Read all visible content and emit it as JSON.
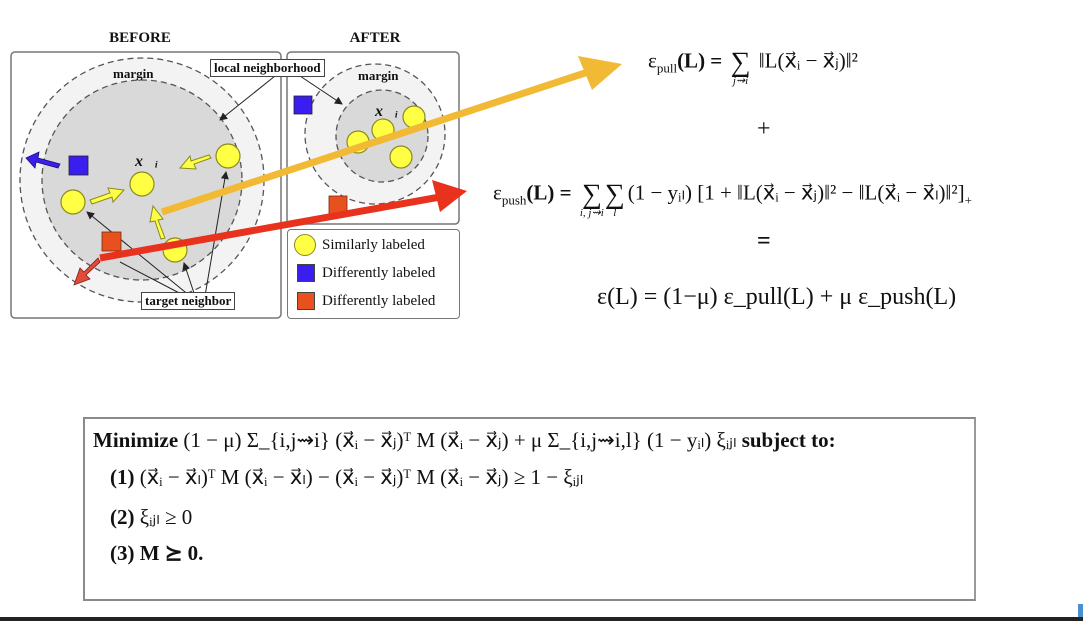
{
  "diagram": {
    "before_title": "BEFORE",
    "after_title": "AFTER",
    "margin_label_before": "margin",
    "margin_label_after": "margin",
    "local_neighborhood_label": "local neighborhood",
    "target_neighbor_label": "target neighbor",
    "xi_label": "x⃗ᵢ",
    "legend": [
      {
        "label": "Similarly labeled",
        "shape": "circle",
        "color": "#ffff44"
      },
      {
        "label": "Differently labeled",
        "shape": "square",
        "color": "#3a1ef0"
      },
      {
        "label": "Differently labeled",
        "shape": "square",
        "color": "#e8501e"
      }
    ],
    "colors": {
      "pull_arrow": "#f2b934",
      "push_arrow": "#e8321e",
      "similar": "#ffff44",
      "impostor_blue": "#3a1ef0",
      "impostor_orange": "#e8501e",
      "inner_circle": "#d9d9d9",
      "outer_circle": "#f3f3f3"
    }
  },
  "equations": {
    "pull": {
      "lhs": "ε",
      "lhs_sub": "pull",
      "lhs_arg": "(L) =",
      "sum_under": "j⇝i",
      "rhs": "‖L(x⃗ᵢ − x⃗ⱼ)‖²"
    },
    "plus": "+",
    "push": {
      "lhs": "ε",
      "lhs_sub": "push",
      "lhs_arg": "(L) =",
      "sum1_under": "i, j⇝i",
      "sum2_under": "l",
      "rhs": "(1 − yᵢₗ) [1 + ‖L(x⃗ᵢ − x⃗ⱼ)‖² − ‖L(x⃗ᵢ − x⃗ₗ)‖²]",
      "rhs_sub": "+"
    },
    "equals": "=",
    "total": "ε(L) = (1−μ) ε_pull(L) + μ ε_push(L)"
  },
  "optimization": {
    "minimize_label": "Minimize",
    "objective": "(1 − μ) Σ_{i,j⇝i} (x⃗ᵢ − x⃗ⱼ)ᵀ M (x⃗ᵢ − x⃗ⱼ) + μ Σ_{i,j⇝i,l} (1 − yᵢₗ) ξᵢⱼₗ",
    "subject_to_label": "subject to:",
    "constraints": [
      {
        "num": "(1)",
        "expr": "(x⃗ᵢ − x⃗ₗ)ᵀ M (x⃗ᵢ − x⃗ₗ) − (x⃗ᵢ − x⃗ⱼ)ᵀ M (x⃗ᵢ − x⃗ⱼ)  ≥  1 − ξᵢⱼₗ"
      },
      {
        "num": "(2)",
        "expr": "ξᵢⱼₗ ≥ 0"
      },
      {
        "num": "(3)",
        "expr": "M ⪰ 0."
      }
    ]
  }
}
